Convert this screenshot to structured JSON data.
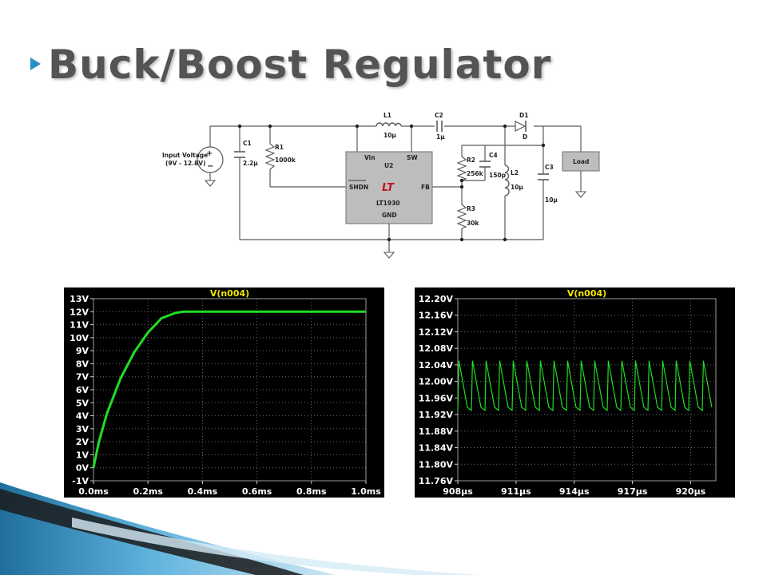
{
  "slide": {
    "title": "Buck/Boost Regulator"
  },
  "schematic": {
    "source_label": "Input Voltage",
    "source_range": "(9V - 12.8V)",
    "plus": "+",
    "minus": "−",
    "c1": {
      "name": "C1",
      "value": "2.2µ"
    },
    "r1": {
      "name": "R1",
      "value": "1000k"
    },
    "l1": {
      "name": "L1",
      "value": "10µ"
    },
    "c2": {
      "name": "C2",
      "value": "1µ"
    },
    "d1": {
      "name": "D1",
      "value": "D"
    },
    "r2": {
      "name": "R2",
      "value": "256k"
    },
    "c4": {
      "name": "C4",
      "value": "150p"
    },
    "l2": {
      "name": "L2",
      "value": "10µ"
    },
    "c3": {
      "name": "C3",
      "value": "10µ"
    },
    "r3": {
      "name": "R3",
      "value": "30k"
    },
    "load": "Load",
    "ic": {
      "vin": "Vin",
      "sw": "SW",
      "name": "U2",
      "logo": "LT",
      "shdn": "SHDN",
      "fb": "FB",
      "part": "LT1930",
      "gnd": "GND"
    }
  },
  "colors": {
    "trace": "#22dd22",
    "plot_bg": "#000000",
    "grid": "#6a6a6a",
    "axis_text": "#ffffff",
    "title_text": "#f2e600",
    "accent": "#2a8fc4"
  },
  "chart_data": [
    {
      "type": "line",
      "title": "V(n004)",
      "x_ticks": [
        "0.0ms",
        "0.2ms",
        "0.4ms",
        "0.6ms",
        "0.8ms",
        "1.0ms"
      ],
      "y_ticks": [
        "13V",
        "12V",
        "11V",
        "10V",
        "9V",
        "8V",
        "7V",
        "6V",
        "5V",
        "4V",
        "3V",
        "2V",
        "1V",
        "0V",
        "-1V"
      ],
      "xlim": [
        0,
        1.0
      ],
      "ylim": [
        -1,
        13
      ],
      "grid": true,
      "series": [
        {
          "x": [
            0,
            0.02,
            0.05,
            0.1,
            0.15,
            0.2,
            0.25,
            0.3,
            0.33,
            0.36,
            0.4,
            0.5,
            0.6,
            0.7,
            0.8,
            0.9,
            1.0
          ],
          "y": [
            0,
            2.0,
            4.2,
            6.9,
            8.9,
            10.4,
            11.5,
            11.9,
            12.0,
            12.0,
            12.0,
            12.0,
            12.0,
            12.0,
            12.0,
            12.0,
            12.0
          ]
        }
      ]
    },
    {
      "type": "line",
      "title": "V(n004)",
      "x_ticks": [
        "908µs",
        "911µs",
        "914µs",
        "917µs",
        "920µs"
      ],
      "y_ticks": [
        "12.20V",
        "12.16V",
        "12.12V",
        "12.08V",
        "12.04V",
        "12.00V",
        "11.96V",
        "11.92V",
        "11.88V",
        "11.84V",
        "11.80V",
        "11.76V"
      ],
      "xlim": [
        908,
        921.3
      ],
      "ylim": [
        11.76,
        12.2
      ],
      "grid": true,
      "ripple": {
        "period_us": 0.7,
        "max_v": 12.05,
        "min_v": 11.93,
        "start_us": 908,
        "end_us": 921.3
      }
    }
  ]
}
